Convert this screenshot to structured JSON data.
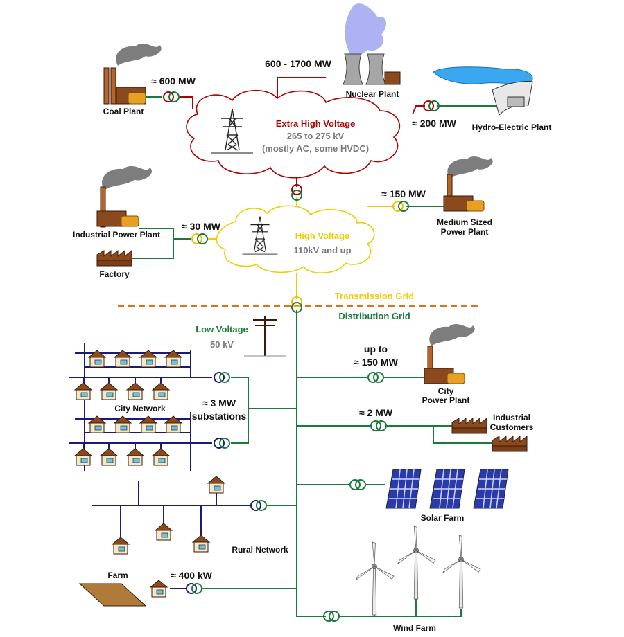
{
  "colors": {
    "extra_high": "#b00000",
    "high": "#f5d000",
    "distribution": "#1a7a3a",
    "low_network": "#1a1a7a",
    "divider": "#e07020",
    "muted": "#7a7a7a"
  },
  "extra_high": {
    "title": "Extra High Voltage",
    "range": "265 to 275 kV",
    "note": "(mostly AC, some HVDC)"
  },
  "high": {
    "title": "High Voltage",
    "range": "110kV and up"
  },
  "low": {
    "title": "Low Voltage",
    "range": "50 kV"
  },
  "grid": {
    "transmission": "Transmission Grid",
    "distribution": "Distribution Grid"
  },
  "plants": {
    "coal": {
      "label": "Coal Plant",
      "power": "≈ 600  MW"
    },
    "nuclear": {
      "label": "Nuclear Plant",
      "power": "600 - 1700  MW"
    },
    "hydro": {
      "label": "Hydro-Electric Plant",
      "power": "≈ 200  MW"
    },
    "industrial": {
      "label": "Industrial Power Plant",
      "power": "≈ 30 MW"
    },
    "factory": {
      "label": "Factory"
    },
    "medium": {
      "label_line1": "Medium Sized",
      "label_line2": "Power Plant",
      "power": "≈ 150  MW"
    },
    "city_plant": {
      "label_line1": "City",
      "label_line2": "Power Plant",
      "power_line1": "up to",
      "power_line2": "≈ 150  MW"
    },
    "industrial_customers": {
      "label_line1": "Industrial",
      "label_line2": "Customers",
      "power": "≈ 2  MW"
    },
    "solar": {
      "label": "Solar Farm"
    },
    "wind": {
      "label": "Wind Farm"
    },
    "farm": {
      "label": "Farm",
      "power": "≈ 400 kW"
    }
  },
  "networks": {
    "city": "City Network",
    "rural": "Rural Network",
    "substations_line1": "≈ 3  MW",
    "substations_line2": "substations"
  }
}
